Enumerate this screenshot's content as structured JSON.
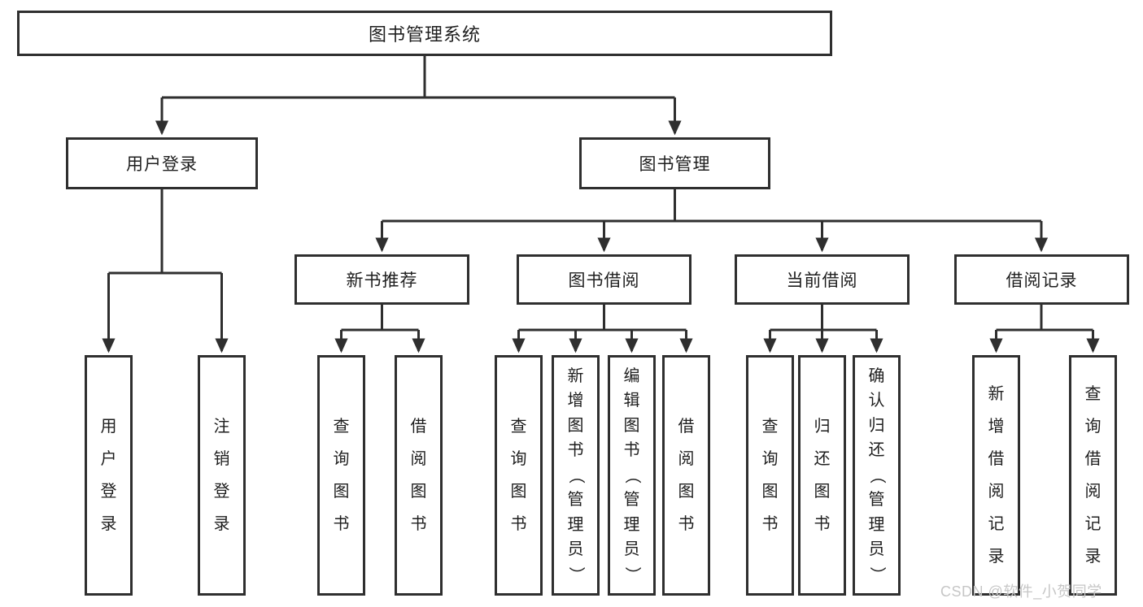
{
  "diagram": {
    "title": "图书管理系统",
    "colors": {
      "line": "#2f2f2f",
      "box_background": "#ffffff",
      "text": "#1e1e1e",
      "watermark_text": "#c6c6c6"
    },
    "level2": {
      "user_login": "用户登录",
      "book_management": "图书管理"
    },
    "level3": {
      "new_book_recommend": "新书推荐",
      "book_borrowing": "图书借阅",
      "current_borrowing": "当前借阅",
      "borrowing_records": "借阅记录"
    },
    "leaves": {
      "user_login_children": [
        "用户登录",
        "注销登录"
      ],
      "new_book_children": [
        "查询图书",
        "借阅图书"
      ],
      "book_borrowing_children": [
        "查询图书",
        "新增图书（管理员）",
        "编辑图书（管理员）",
        "借阅图书"
      ],
      "current_borrowing_children": [
        "查询图书",
        "归还图书",
        "确认归还（管理员）"
      ],
      "borrowing_records_children": [
        "新增借阅记录",
        "查询借阅记录"
      ]
    },
    "watermark": "CSDN @软件_小贺同学"
  }
}
